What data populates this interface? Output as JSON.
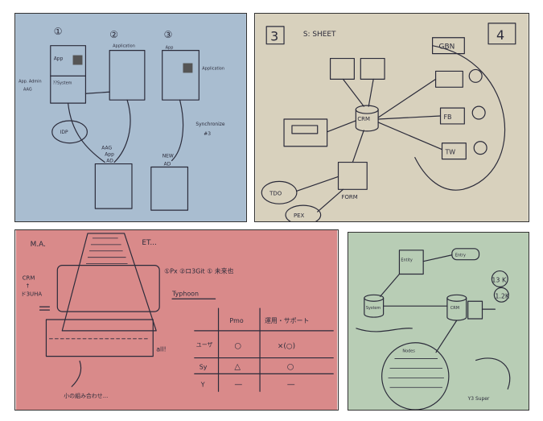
{
  "panels": {
    "p1": {
      "bg": "#a9bdd0",
      "labels": {
        "n1": "①",
        "n2": "②",
        "n3": "③",
        "app1": "App",
        "app2": "Application",
        "app3": "App",
        "app3b": "Application",
        "sys": "??System",
        "left": "App. Admin",
        "left2": "AAG",
        "mid": "AAG",
        "mid2": "App",
        "mid3": "AD",
        "right": "NEW",
        "right2": "AD",
        "idp": "IDP",
        "side": "Synchronize",
        "side2": "#3"
      }
    },
    "p2": {
      "bg": "#d8d1bd",
      "labels": {
        "num": "3",
        "sheet": "S: SHEET",
        "corner": "4",
        "gbn": "GBN",
        "crm": "CRM",
        "db1": "",
        "fb": "FB",
        "tw": "TW",
        "form": "FORM",
        "tdo": "TDO",
        "pex": "PEX"
      }
    },
    "p3": {
      "bg": "#d98a8a",
      "labels": {
        "ma": "M.A.",
        "et": "ET...",
        "opts": "①Px ②ロ3Git ① 未来也",
        "typhoon": "Typhoon",
        "crm": "CRM",
        "crm2": "↑",
        "crm3": "ド3UHA",
        "all": "all!",
        "bottom": "小の組み合わせ...",
        "th1": "Pmo",
        "th2": "運用・サポート",
        "r1a": "ユーザ",
        "r1b": "○",
        "r1c": "×(○)",
        "r2a": "Sy",
        "r2b": "△",
        "r2c": "○",
        "r3a": "Y",
        "r3b": "—",
        "r3c": "—"
      }
    },
    "p4": {
      "bg": "#b8cdb5",
      "labels": {
        "top": "Entity",
        "top2": "Entry",
        "crm": "CRM",
        "sys": "System",
        "k1": "13 K",
        "k2": "1.2K",
        "note": "Nodes",
        "bottom": "Y3 Super"
      }
    }
  }
}
